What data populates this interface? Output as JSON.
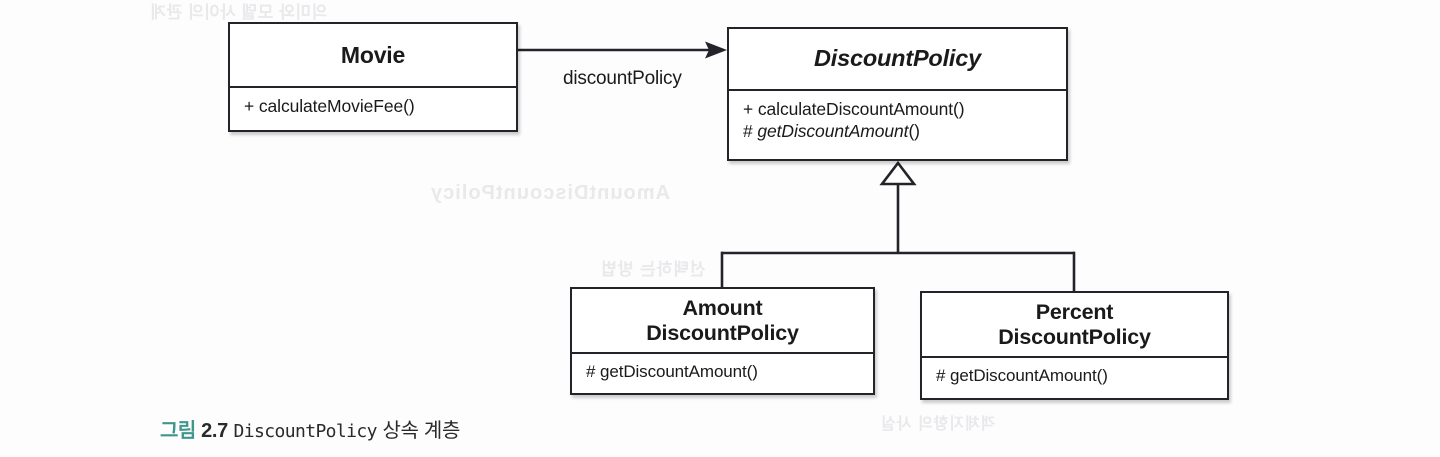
{
  "diagram": {
    "type": "uml-class-diagram",
    "background_color": "#fdfdfd",
    "line_color": "#232329",
    "classes": [
      {
        "id": "movie",
        "name": "Movie",
        "abstract": false,
        "operations": [
          {
            "visibility": "+",
            "signature": "calculateMovieFee()",
            "abstract": false
          }
        ]
      },
      {
        "id": "discountpolicy",
        "name": "DiscountPolicy",
        "abstract": true,
        "operations": [
          {
            "visibility": "+",
            "signature": "calculateDiscountAmount()",
            "abstract": false
          },
          {
            "visibility": "#",
            "signature": "getDiscountAmount",
            "abstract": true,
            "suffix": "()"
          }
        ]
      },
      {
        "id": "amountdiscountpolicy",
        "name_line1": "Amount",
        "name_line2": "DiscountPolicy",
        "abstract": false,
        "operations": [
          {
            "visibility": "#",
            "signature": "getDiscountAmount()",
            "abstract": false
          }
        ]
      },
      {
        "id": "percentdiscountpolicy",
        "name_line1": "Percent",
        "name_line2": "DiscountPolicy",
        "abstract": false,
        "operations": [
          {
            "visibility": "#",
            "signature": "getDiscountAmount()",
            "abstract": false
          }
        ]
      }
    ],
    "relationships": [
      {
        "kind": "association",
        "from": "Movie",
        "to": "DiscountPolicy",
        "label": "discountPolicy",
        "arrow": "open-arrow"
      },
      {
        "kind": "generalization",
        "from": "AmountDiscountPolicy",
        "to": "DiscountPolicy",
        "arrow": "hollow-triangle"
      },
      {
        "kind": "generalization",
        "from": "PercentDiscountPolicy",
        "to": "DiscountPolicy",
        "arrow": "hollow-triangle"
      }
    ]
  },
  "caption": {
    "figure_word": "그림",
    "figure_number": "2.7",
    "subject": "DiscountPolicy",
    "description": "상속 계층",
    "figure_word_color": "#3f978c"
  },
  "bleed_through": {
    "line1": "의미와 모델 사이의 관계",
    "line2": "AmountDiscountPolicy",
    "line3": "선택하는 방법",
    "line4": "객체지향의 사실"
  }
}
